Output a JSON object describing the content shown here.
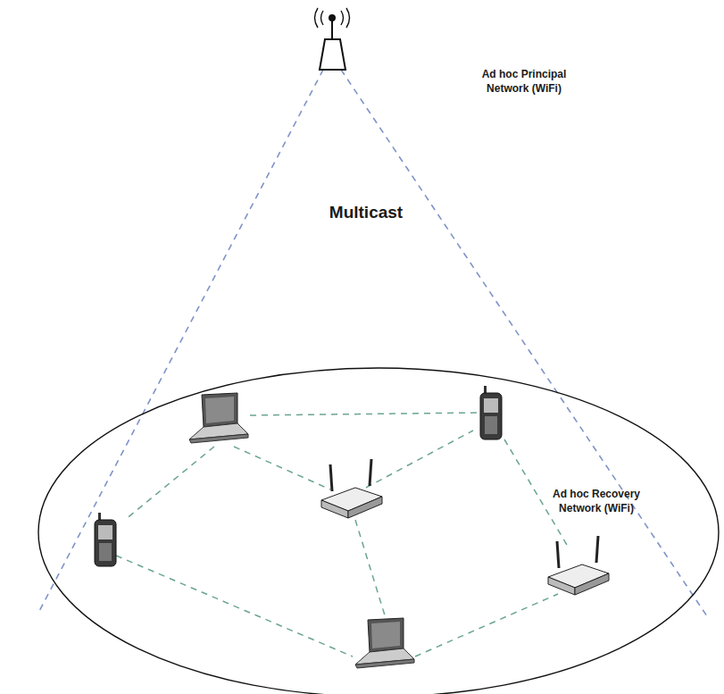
{
  "diagram": {
    "nodes": [
      {
        "text": [
          "Ad hoc Recovery Network (WiFi)"
        ]
      }
    ],
    "labels": [
      "Ad hoc Principal Network (WiFi)",
      "Multicast"
    ]
  }
}
